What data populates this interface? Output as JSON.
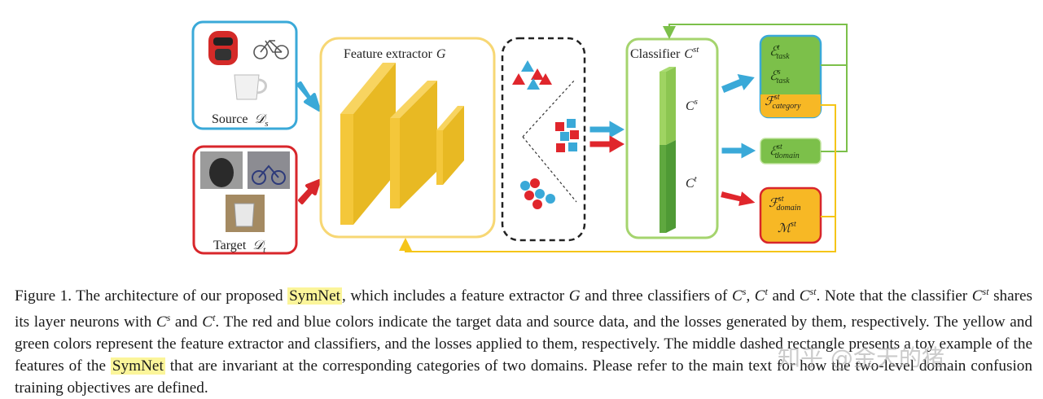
{
  "figure": {
    "source_label": "Source",
    "source_symbol": "𝒟",
    "source_sub": "s",
    "target_label": "Target",
    "target_symbol": "𝒟",
    "target_sub": "t",
    "feature_extractor_label": "Feature extractor",
    "feature_extractor_symbol": "G",
    "classifier_label": "Classifier",
    "classifier_symbol": "C",
    "classifier_sup": "st",
    "cs_label": "C",
    "cs_sup": "s",
    "ct_label": "C",
    "ct_sup": "t",
    "loss_task_t": {
      "base": "ℰ",
      "sup": "t",
      "sub": "task"
    },
    "loss_task_s": {
      "base": "ℰ",
      "sup": "s",
      "sub": "task"
    },
    "loss_category": {
      "base": "ℱ",
      "sup": "st",
      "sub": "category"
    },
    "loss_domain_e": {
      "base": "ℰ",
      "sup": "st",
      "sub": "domain"
    },
    "loss_domain_f": {
      "base": "ℱ",
      "sup": "st",
      "sub": "domain"
    },
    "loss_m": {
      "base": "ℳ",
      "sup": "st"
    },
    "colors": {
      "blue": "#3aa9d8",
      "red": "#e0262c",
      "yellow": "#f5c518",
      "green": "#7cc04a",
      "dark_green": "#4f9a35"
    }
  },
  "caption": {
    "p1": "Figure 1. The architecture of our proposed ",
    "symnet1": "SymNet",
    "p2": ", which includes a feature extractor ",
    "g": "G",
    "p3": " and three classifiers of ",
    "c1": "C",
    "c1sup": "s",
    "p4": ", ",
    "c2": "C",
    "c2sup": "t",
    "p5": " and ",
    "c3": "C",
    "c3sup": "st",
    "p6": ". Note that the classifier ",
    "c4": "C",
    "c4sup": "st",
    "p7": " shares its layer neurons with ",
    "c5": "C",
    "c5sup": "s",
    "p8": " and ",
    "c6": "C",
    "c6sup": "t",
    "p9": ". The red and blue colors indicate the target data and source data, and the losses generated by them, respectively. The yellow and green colors represent the feature extractor and classifiers, and the losses applied to them, respectively. The middle dashed rectangle presents a toy example of the features of the ",
    "symnet2": "SymNet",
    "p10": " that are invariant at the corresponding categories of two domains. Please refer to the main text for how the two-level domain confusion training objectives are defined."
  },
  "watermark": "知乎 @金天的猪"
}
